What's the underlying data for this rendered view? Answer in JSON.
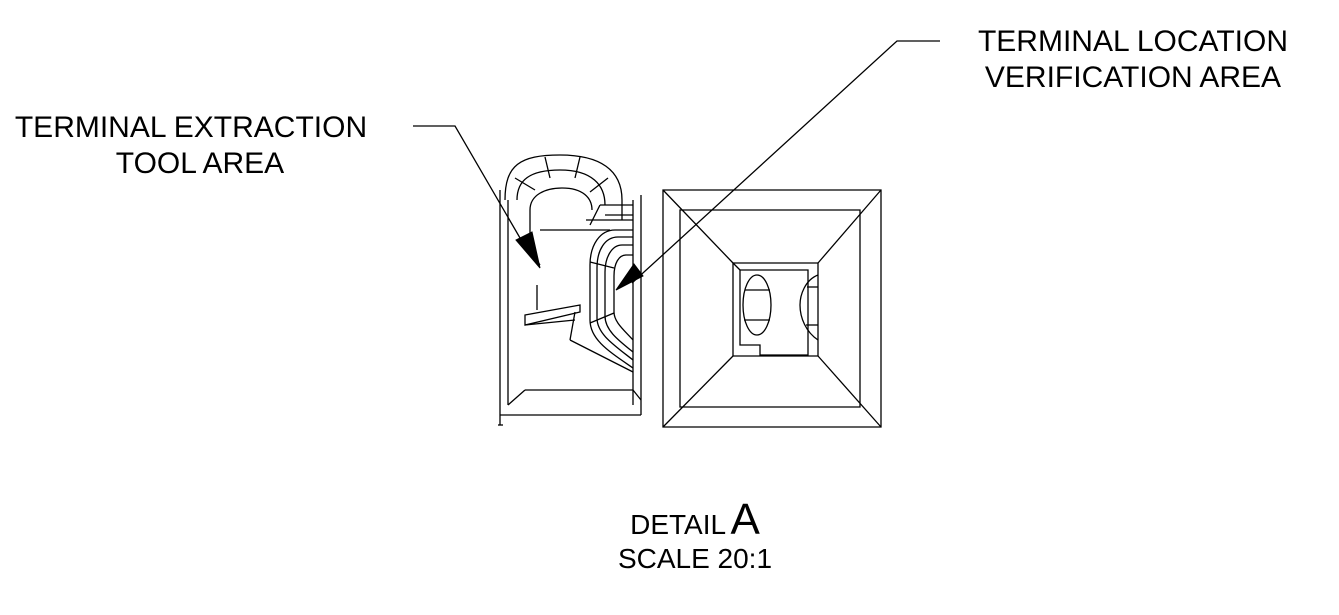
{
  "callouts": {
    "location": {
      "line1": "TERMINAL LOCATION",
      "line2": "VERIFICATION AREA"
    },
    "extraction": {
      "line1": "TERMINAL EXTRACTION",
      "line2": "TOOL AREA"
    }
  },
  "detail": {
    "word": "DETAIL",
    "letter": "A",
    "scale": "SCALE 20:1"
  },
  "colors": {
    "line": "#000000",
    "background": "#ffffff"
  }
}
